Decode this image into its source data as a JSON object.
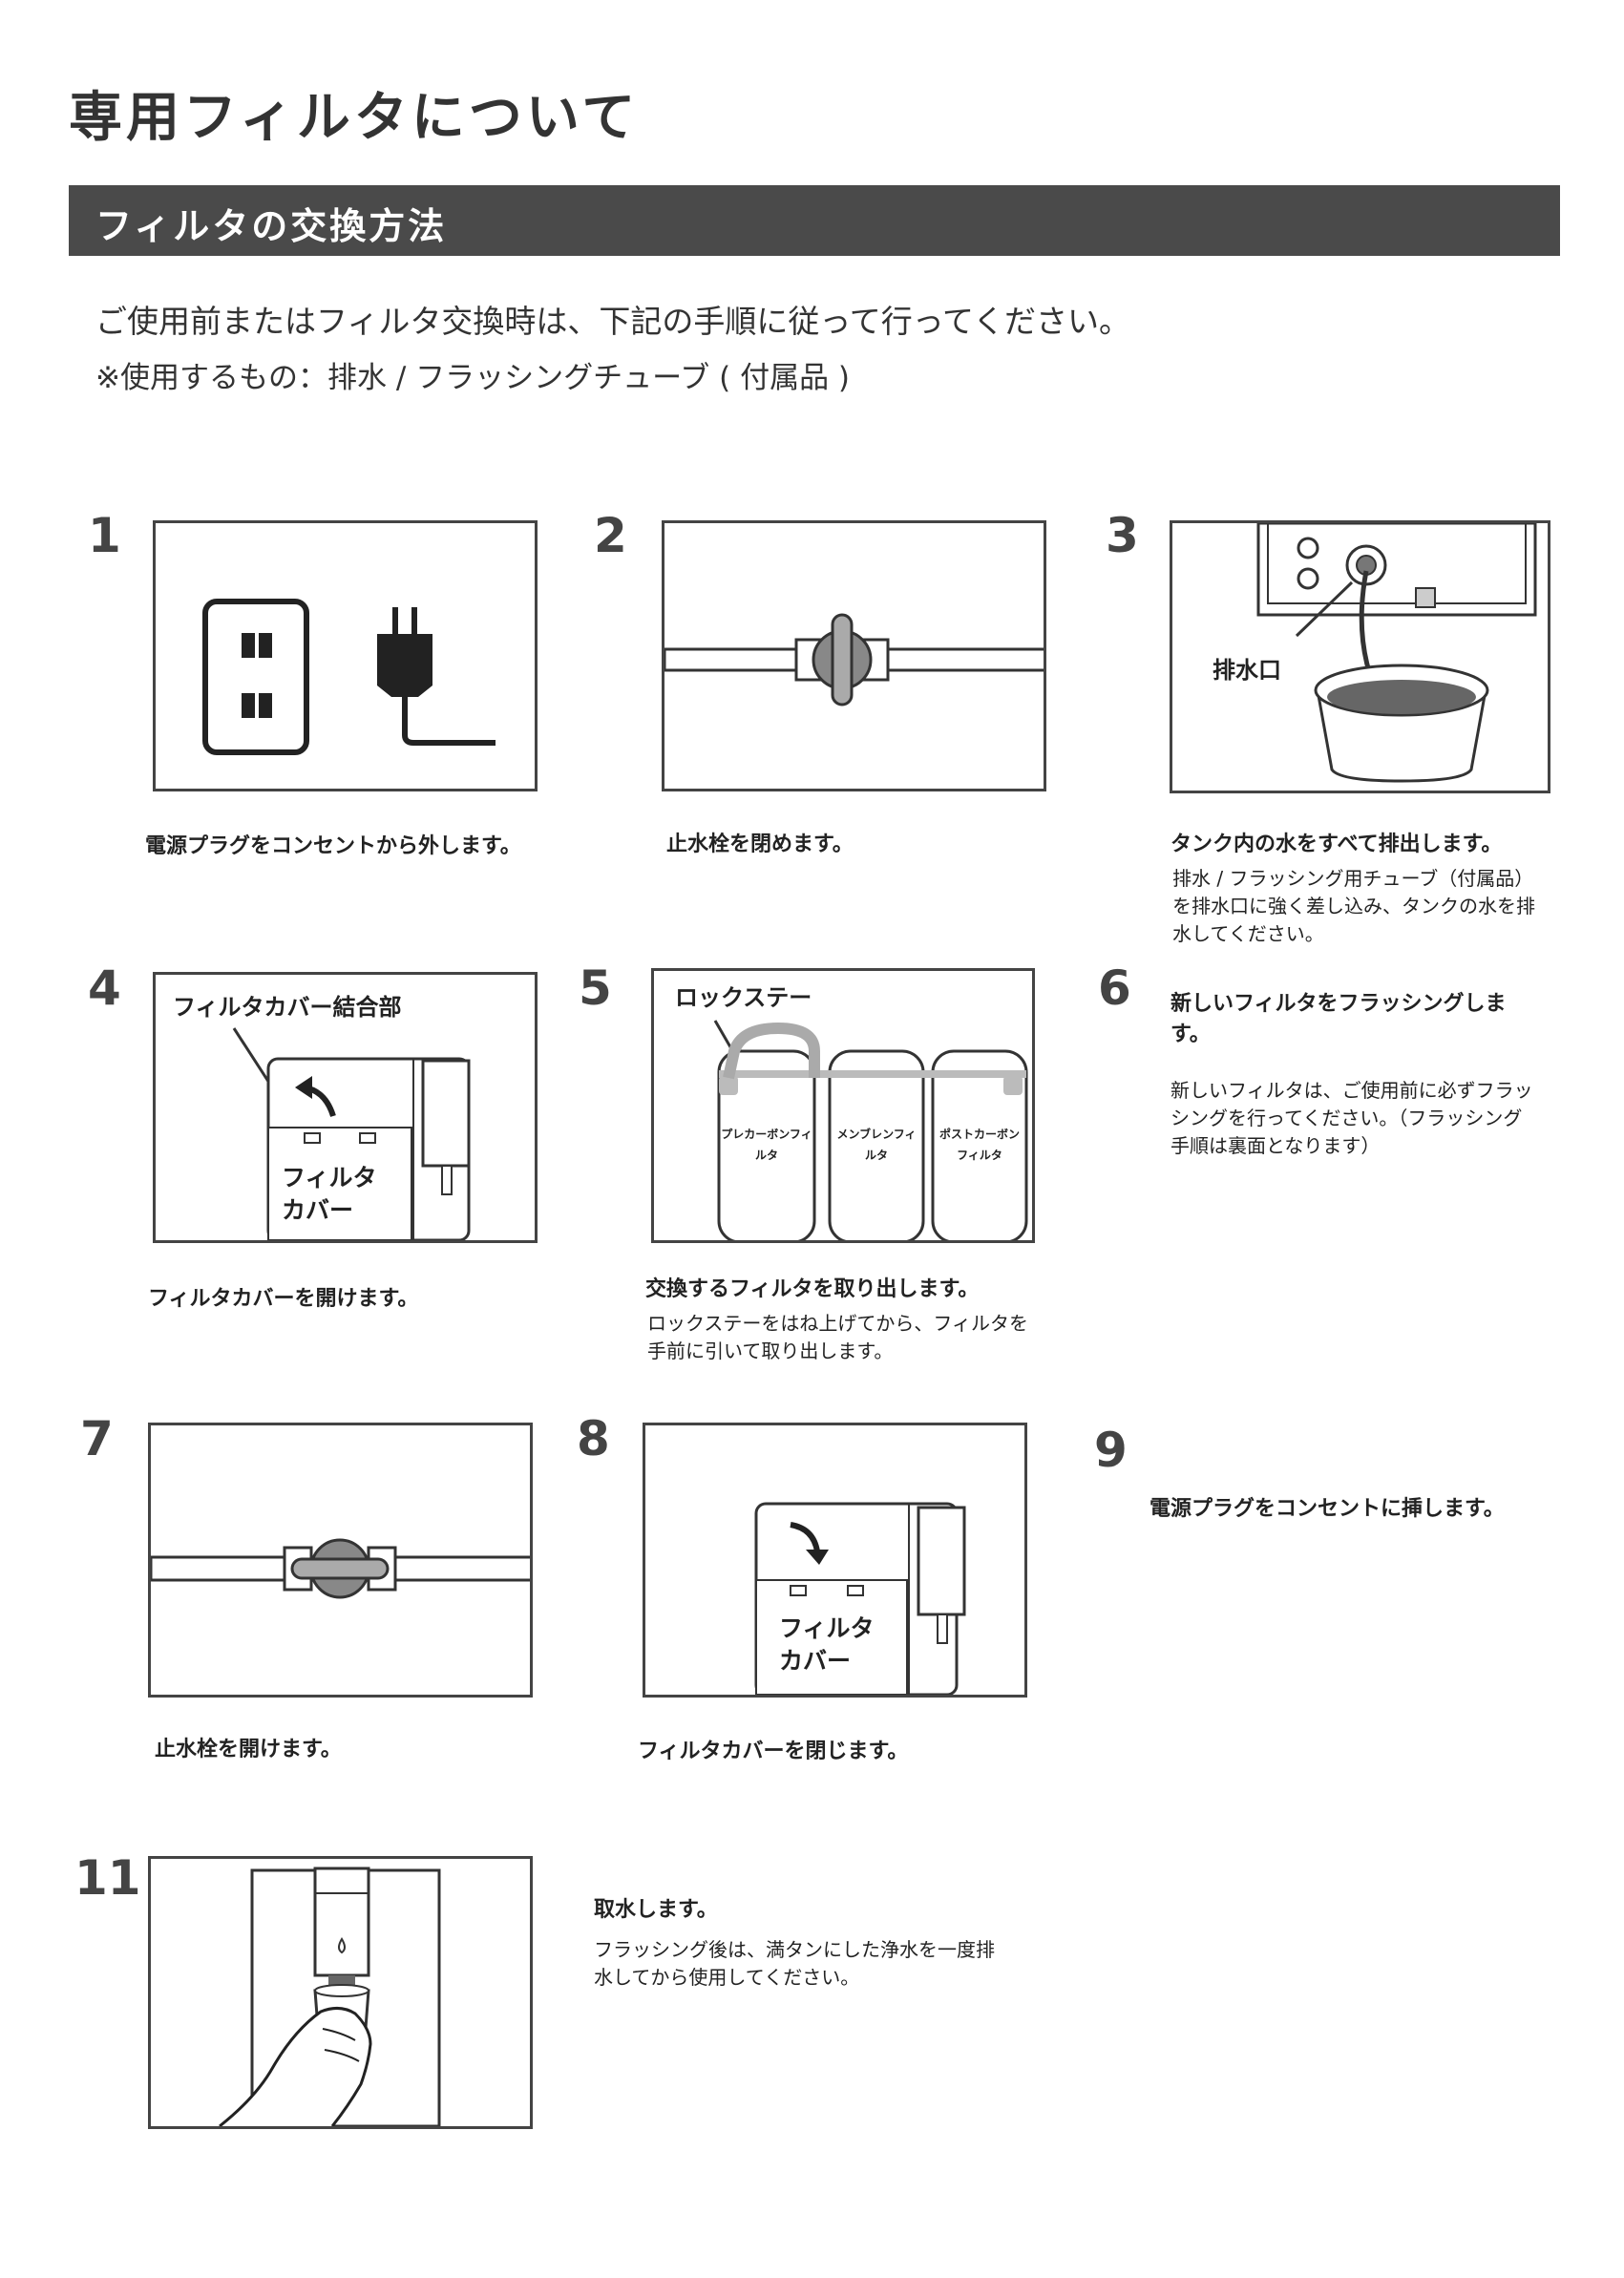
{
  "header": {
    "title": "専用フィルタについて",
    "section": "フィルタの交換方法"
  },
  "intro": {
    "line1": "ご使用前またはフィルタ交換時は、下記の手順に従って行ってください。",
    "line2": "※使用するもの：排水 / フラッシングチューブ ( 付属品 )"
  },
  "steps": [
    {
      "num": "1",
      "caption": "電源プラグをコンセントから外します。",
      "note": ""
    },
    {
      "num": "2",
      "caption": "止水栓を閉めます。",
      "note": ""
    },
    {
      "num": "3",
      "caption": "タンク内の水をすべて排出します。",
      "note": "排水 / フラッシング用チューブ（付属品）を排水口に強く差し込み、タンクの水を排水してください。",
      "label": "排水口"
    },
    {
      "num": "4",
      "caption": "フィルタカバーを開けます。",
      "note": "",
      "label": "フィルタカバー結合部",
      "label2": "フィルタカバー"
    },
    {
      "num": "5",
      "caption": "交換するフィルタを取り出します。",
      "note": "ロックステーをはね上げてから、フィルタを手前に引いて取り出します。",
      "label": "ロックステー",
      "filters": [
        "プレカーボンフィルタ",
        "メンブレンフィルタ",
        "ポストカーボンフィルタ"
      ]
    },
    {
      "num": "6",
      "caption": "新しいフィルタをフラッシングします。",
      "note": "新しいフィルタは、ご使用前に必ずフラッシングを行ってください。（フラッシング手順は裏面となります）"
    },
    {
      "num": "7",
      "caption": "止水栓を開けます。",
      "note": ""
    },
    {
      "num": "8",
      "caption": "フィルタカバーを閉じます。",
      "note": "",
      "label": "フィルタカバー"
    },
    {
      "num": "9",
      "caption": "電源プラグをコンセントに挿します。",
      "note": ""
    },
    {
      "num": "11",
      "caption": "取水します。",
      "note": "フラッシング後は、満タンにした浄水を一度排水してから使用してください。"
    }
  ]
}
